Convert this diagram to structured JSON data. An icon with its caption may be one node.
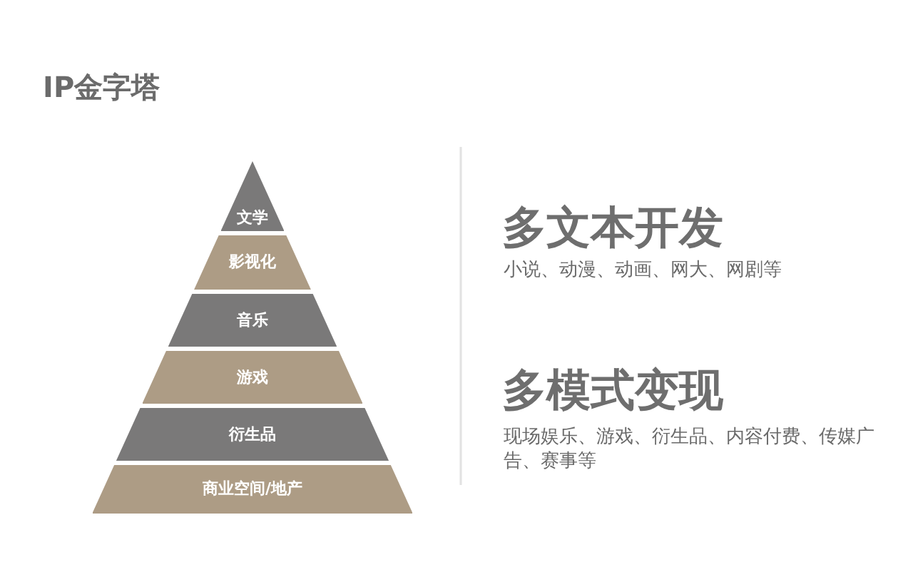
{
  "diagram": {
    "title": "IP金字塔",
    "nodes": [
      {
        "text": [
          "文学"
        ]
      },
      {
        "text": [
          "影视化"
        ]
      },
      {
        "text": [
          "音乐"
        ]
      },
      {
        "text": [
          "游戏"
        ]
      },
      {
        "text": [
          "衍生品"
        ]
      },
      {
        "text": [
          "商业空间/地产"
        ]
      }
    ],
    "labels": [
      "多文本开发",
      "小说、动漫、动画、网大、网剧等",
      "多模式变现",
      "现场娱乐、游戏、衍生品、内容付费、传媒广告、赛事等"
    ]
  }
}
